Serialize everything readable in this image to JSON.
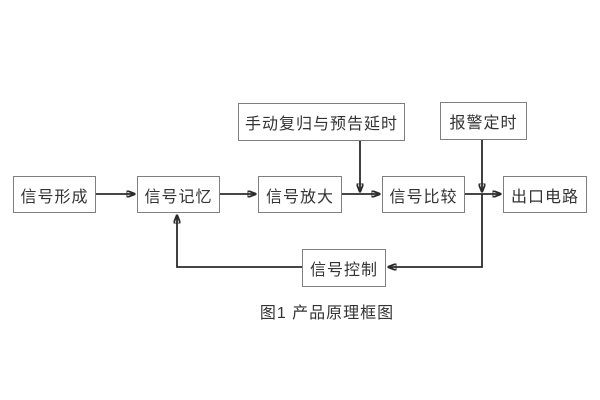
{
  "diagram": {
    "caption": "图1 产品原理框图",
    "colors": {
      "background": "#ffffff",
      "box_border": "#7f7f7f",
      "connector_line": "#2b2b2b",
      "text": "#333333"
    },
    "blocks": {
      "signal_formation": "信号形成",
      "signal_memory": "信号记忆",
      "signal_amplification": "信号放大",
      "signal_comparison": "信号比较",
      "output_circuit": "出口电路",
      "manual_reset_warning_delay": "手动复归与预告延时",
      "alarm_timing": "报警定时",
      "signal_control": "信号控制"
    },
    "flow": [
      "信号形成 → 信号记忆",
      "信号记忆 → 信号放大",
      "信号放大 → 信号比较",
      "信号比较 → 出口电路",
      "手动复归与预告延时 ↓ (信号放大→信号比较 连线)",
      "报警定时 ↓ (信号比较→出口电路 连线)",
      "(信号比较→出口电路 连线) ↓ → 信号控制",
      "信号控制 → ↑ 信号记忆"
    ]
  }
}
